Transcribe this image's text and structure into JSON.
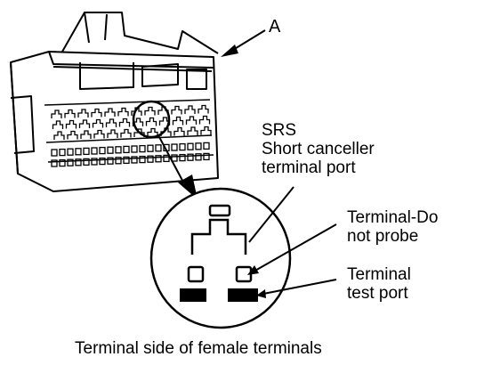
{
  "labels": {
    "connector": "A",
    "srs_lines": [
      "SRS",
      "Short canceller",
      "terminal port"
    ],
    "do_not_probe_lines": [
      "Terminal-Do",
      "not probe"
    ],
    "test_port_lines": [
      "Terminal",
      "test port"
    ],
    "caption": "Terminal side of female terminals"
  },
  "colors": {
    "ink": "#000000",
    "paper": "#ffffff"
  }
}
